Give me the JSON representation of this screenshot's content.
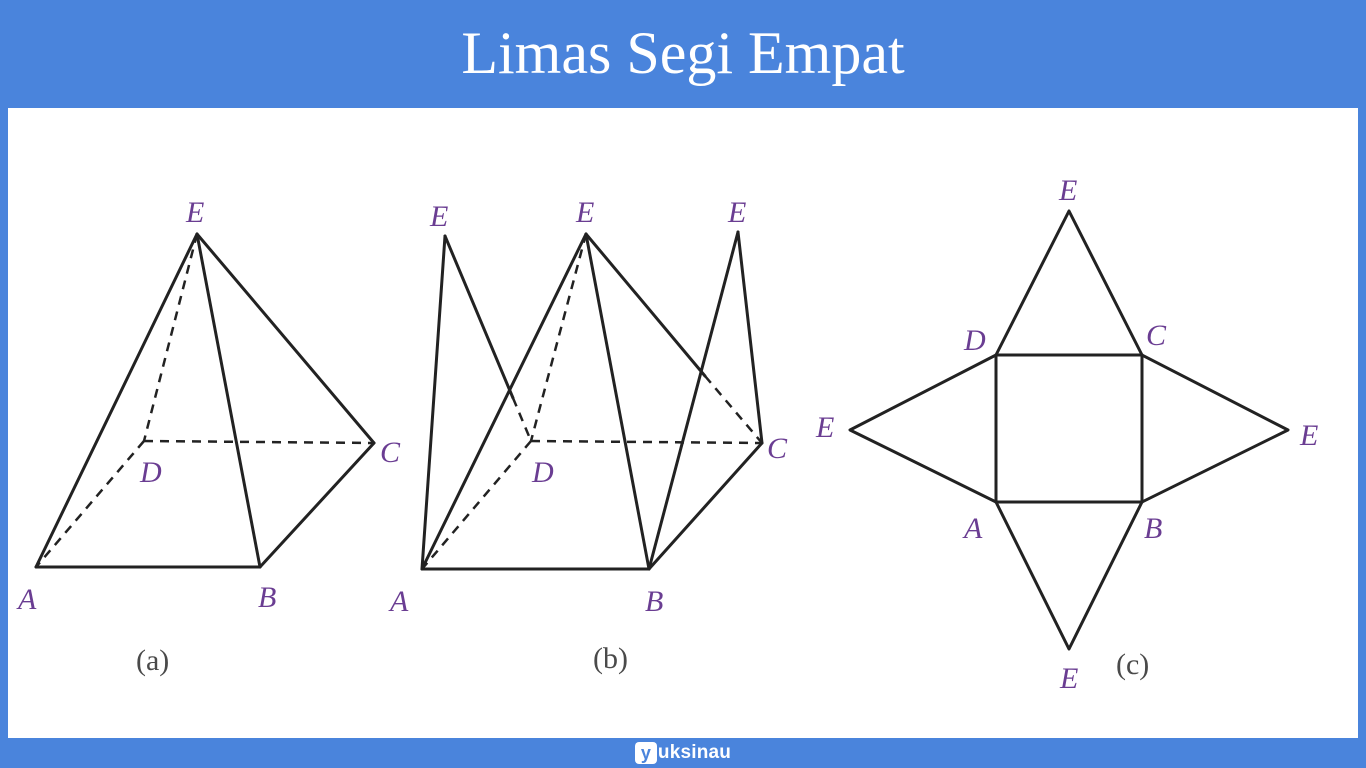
{
  "header": {
    "title": "Limas Segi Empat"
  },
  "figures": {
    "a": {
      "caption": "(a)",
      "labels": {
        "E": "E",
        "D": "D",
        "C": "C",
        "A": "A",
        "B": "B"
      }
    },
    "b": {
      "caption": "(b)",
      "labels": {
        "E_left": "E",
        "E_mid": "E",
        "E_right": "E",
        "D": "D",
        "C": "C",
        "A": "A",
        "B": "B"
      }
    },
    "c": {
      "caption": "(c)",
      "labels": {
        "E_top": "E",
        "D": "D",
        "C": "C",
        "E_left": "E",
        "E_right": "E",
        "A": "A",
        "B": "B",
        "E_bottom": "E"
      }
    }
  },
  "footer": {
    "brand_mark": "y",
    "brand_text": "uksinau"
  }
}
